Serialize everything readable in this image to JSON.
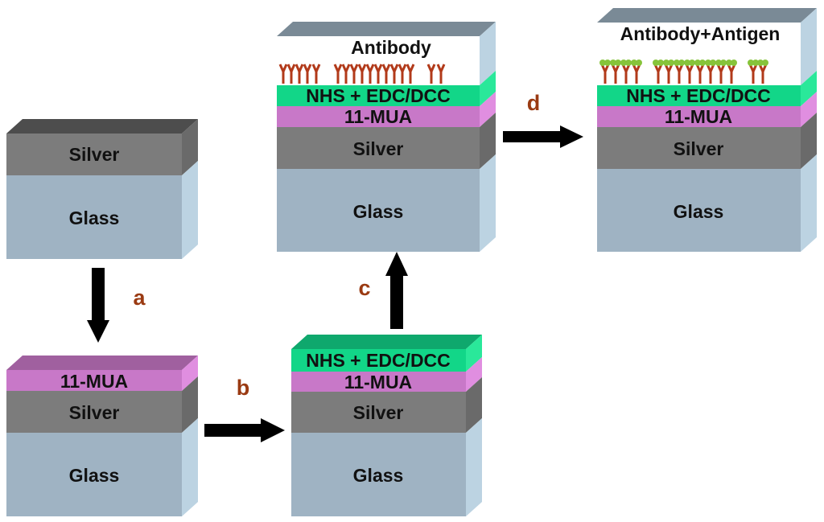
{
  "colors": {
    "glass": "#9fb3c3",
    "glass_side": "#bcd3e2",
    "silver": "#7c7c7c",
    "silver_side": "#6a6a6a",
    "silver_top": "#4d4d4d",
    "mua": "#c878c8",
    "mua_side": "#e08ee0",
    "mua_top": "#a0609f",
    "nhs": "#12d688",
    "nhs_side": "#2ae89a",
    "nhs_top": "#0fa86d",
    "white_top": "#7a8a96",
    "antibody": "#b23a1a",
    "antigen": "#86c43a",
    "arrow": "#000000",
    "step_label": "#9a3a12"
  },
  "layers": {
    "glass": "Glass",
    "silver": "Silver",
    "mua": "11-MUA",
    "nhs": "NHS + EDC/DCC"
  },
  "titles": {
    "antibody": "Antibody",
    "antibody_antigen": "Antibody+Antigen"
  },
  "steps": {
    "a": "a",
    "b": "b",
    "c": "c",
    "d": "d"
  }
}
